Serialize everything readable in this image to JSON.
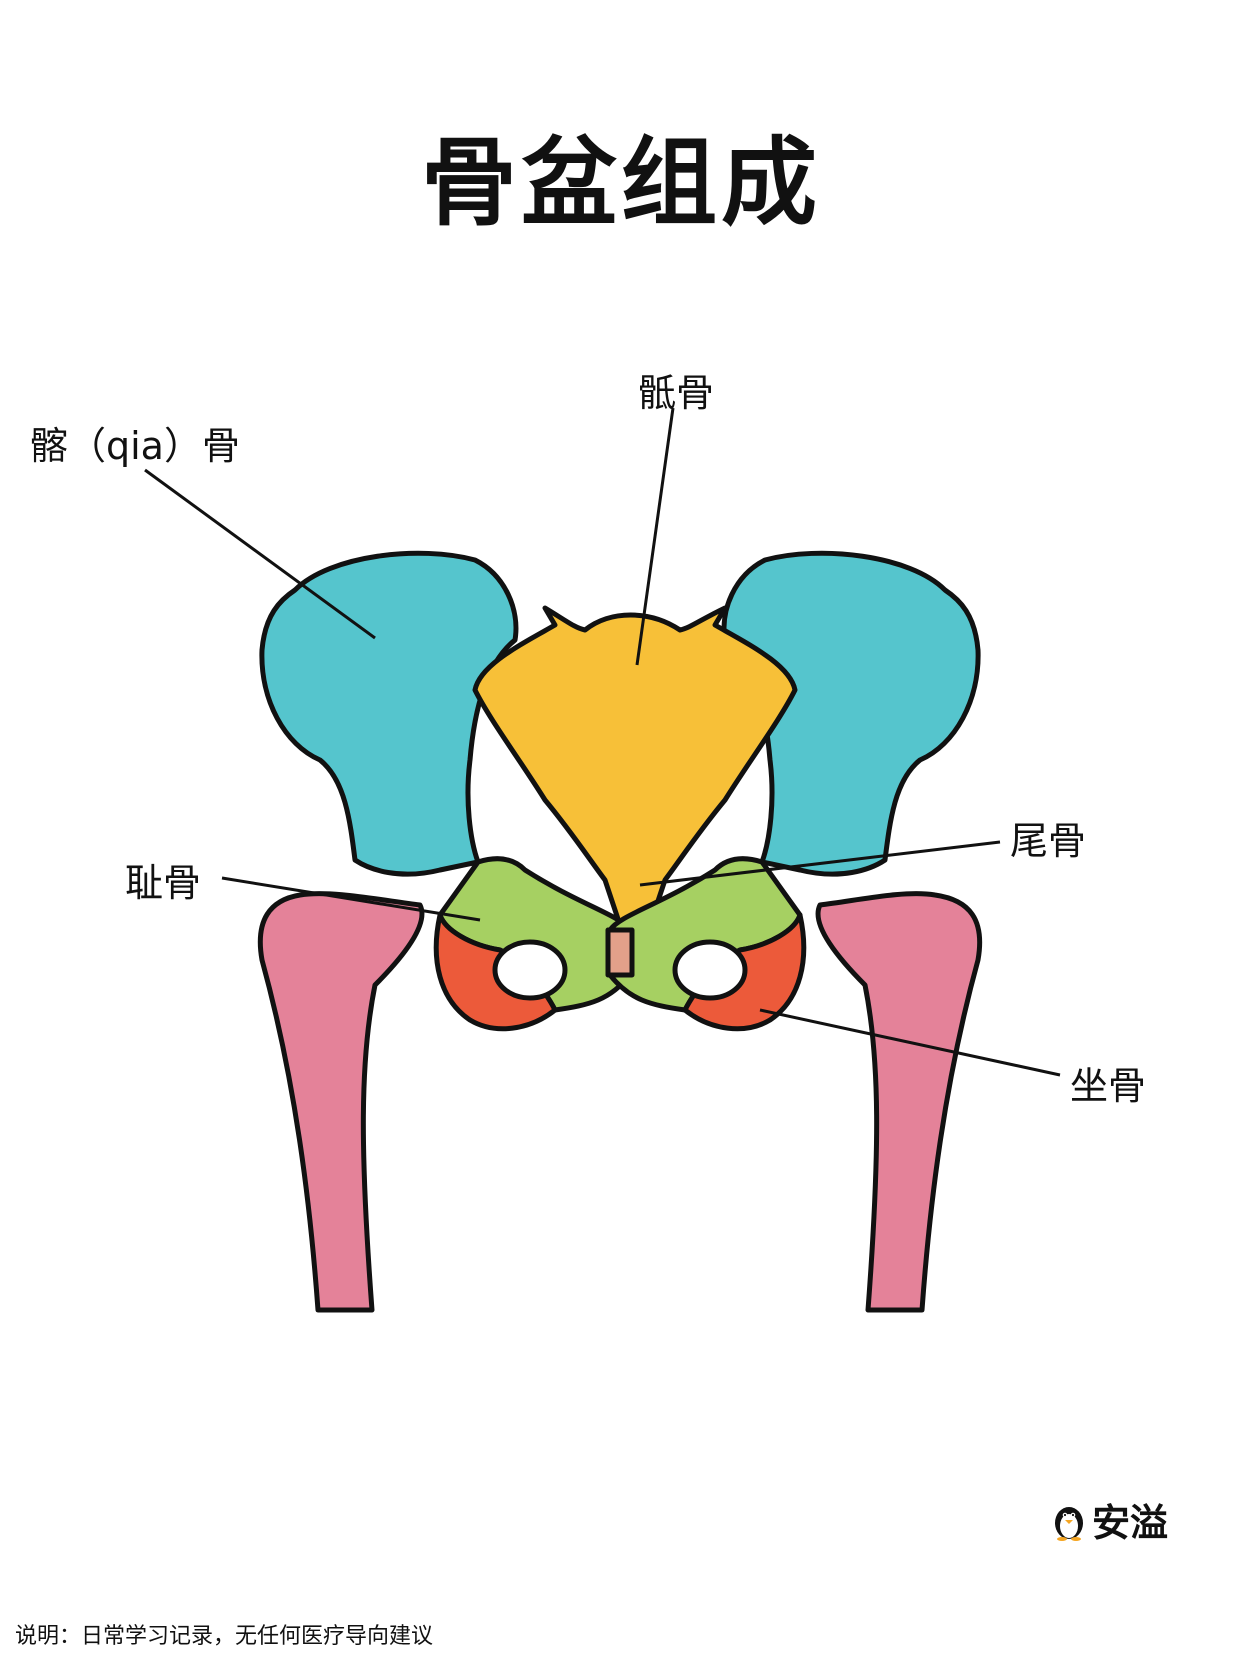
{
  "title": "骨盆组成",
  "labels": {
    "ilium": "髂（qia）骨",
    "sacrum": "骶骨",
    "coccyx": "尾骨",
    "pubis": "耻骨",
    "ischium": "坐骨"
  },
  "watermark": "安溢",
  "footnote": "说明：日常学习记录，无任何医疗导向建议",
  "colors": {
    "ilium": "#55c5cd",
    "sacrum": "#f7c038",
    "pubis": "#a6d062",
    "ischium": "#ec5a3a",
    "femur": "#e48299",
    "symphysis": "#e3a08a"
  }
}
